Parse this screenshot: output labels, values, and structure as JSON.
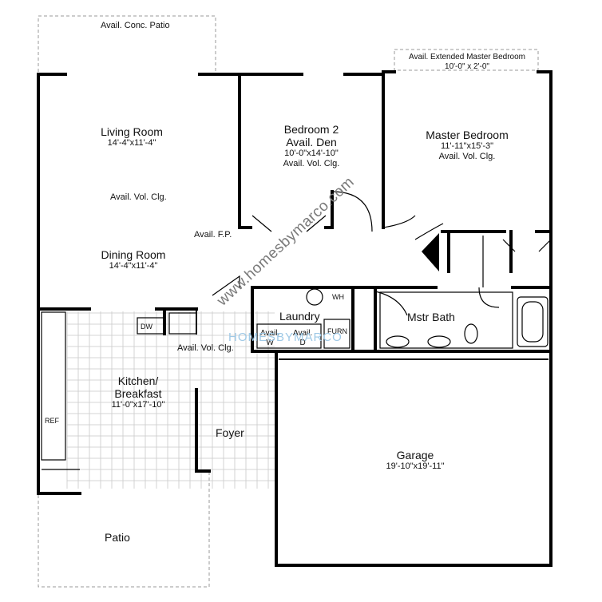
{
  "rooms": {
    "conc_patio": "Avail. Conc. Patio",
    "ext_master": {
      "name": "Avail. Extended Master Bedroom",
      "dim": "10'-0\" x 2'-0\""
    },
    "living": {
      "name": "Living Room",
      "dim": "14'-4\"x11'-4\""
    },
    "vol_clg_living": "Avail. Vol. Clg.",
    "dining": {
      "name": "Dining Room",
      "dim": "14'-4\"x11'-4\""
    },
    "fireplace": "Avail. F.P.",
    "bedroom2": {
      "name": "Bedroom 2",
      "alt": "Avail. Den",
      "dim": "10'-0\"x14'-10\"",
      "note": "Avail. Vol. Clg."
    },
    "master": {
      "name": "Master Bedroom",
      "dim": "11'-11\"x15'-3\"",
      "note": "Avail. Vol. Clg."
    },
    "laundry": {
      "name": "Laundry",
      "wh": "WH",
      "avail_w": "Avail.",
      "w": "W",
      "avail_d": "Avail.",
      "d": "D",
      "furn": "FURN"
    },
    "mstr_bath": "Mstr Bath",
    "dw": "DW",
    "vol_clg_kitchen": "Avail. Vol. Clg.",
    "kitchen": {
      "name": "Kitchen/",
      "name2": "Breakfast",
      "dim": "11'-0\"x17'-10\""
    },
    "ref": "REF",
    "foyer": "Foyer",
    "garage": {
      "name": "Garage",
      "dim": "19'-10\"x19'-11\""
    },
    "patio": "Patio"
  },
  "watermark": {
    "url": "www.homesbymarco.com",
    "brand": "HOMESBYMARCO",
    "color": "#7fb8e0"
  }
}
